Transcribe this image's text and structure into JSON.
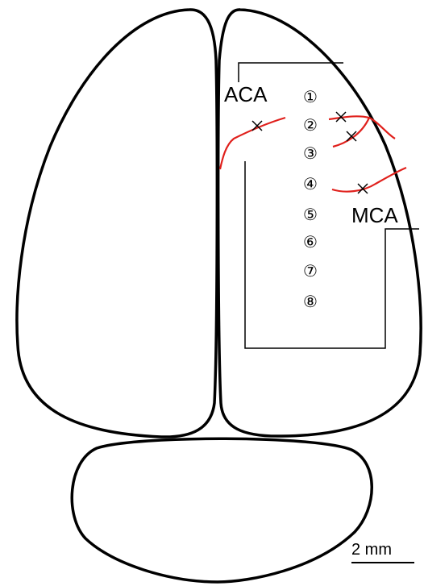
{
  "labels": {
    "aca": "ACA",
    "mca": "MCA",
    "scale_bar": "2 mm"
  },
  "positions": [
    "①",
    "②",
    "③",
    "④",
    "⑤",
    "⑥",
    "⑦",
    "⑧"
  ],
  "colors": {
    "outline": "#000000",
    "vessel": "#e0201c"
  }
}
